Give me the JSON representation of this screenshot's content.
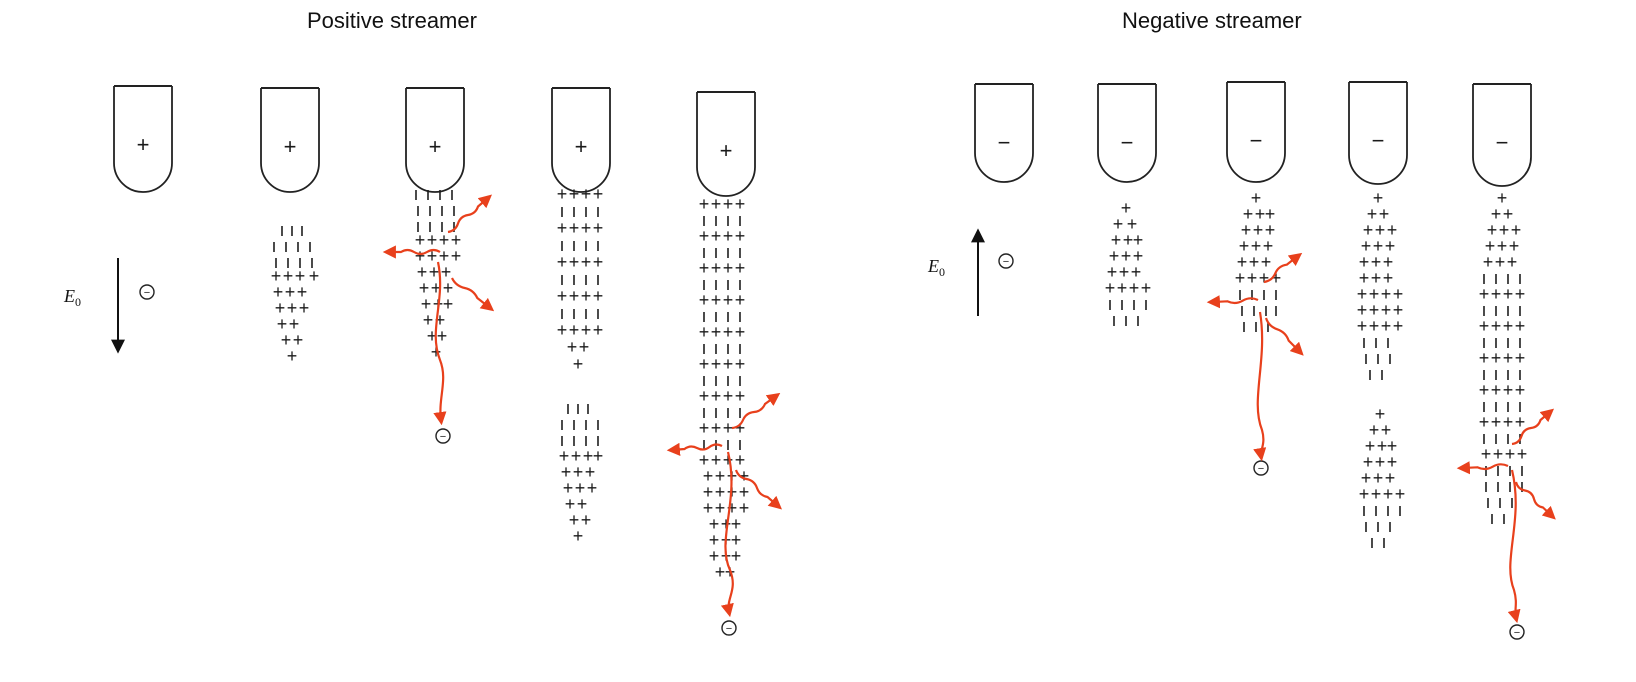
{
  "panels": {
    "positive": {
      "title": "Positive streamer",
      "tip_sign": "+",
      "field_label": "E",
      "field_subscript": "0",
      "field_direction": "down"
    },
    "negative": {
      "title": "Negative streamer",
      "tip_sign": "−",
      "field_label": "E",
      "field_subscript": "0",
      "field_direction": "up"
    }
  },
  "glyphs": {
    "positive_ion": "+",
    "negative_charge": "ı",
    "electron": "−"
  },
  "colors": {
    "photon": "#e8401c",
    "ink": "#1a1a1a"
  },
  "stages_per_panel": 5
}
